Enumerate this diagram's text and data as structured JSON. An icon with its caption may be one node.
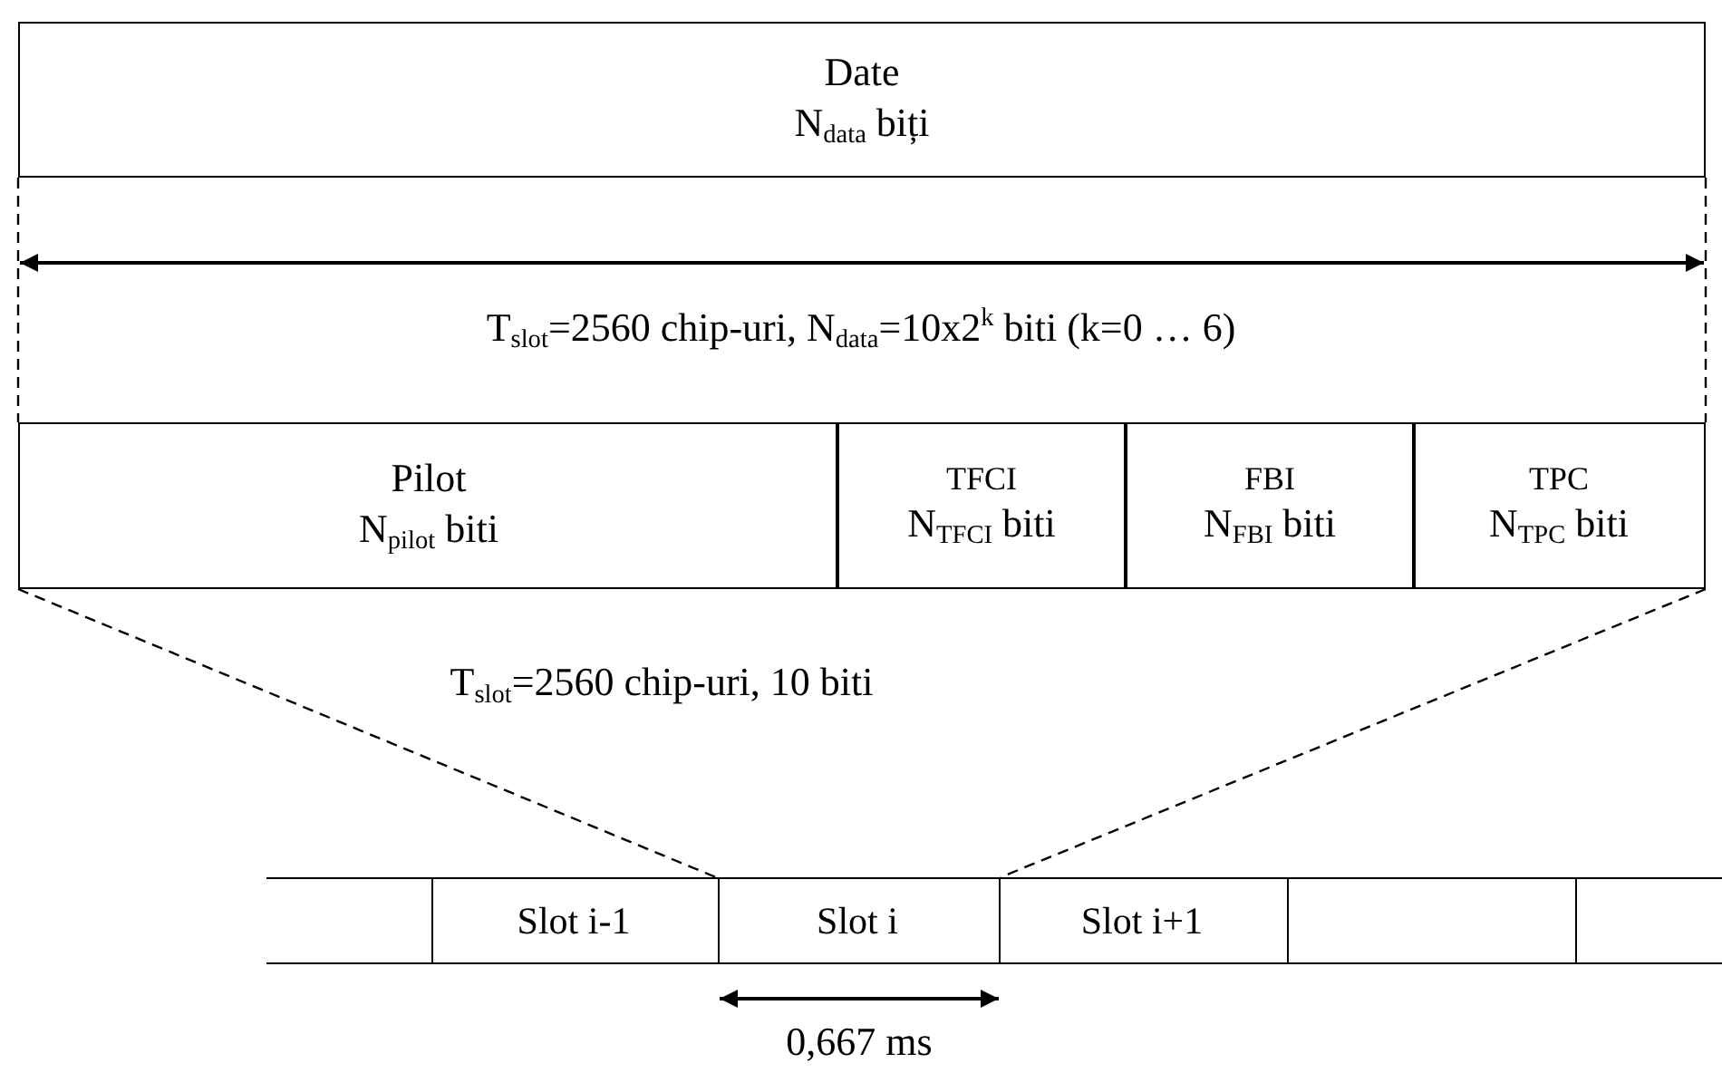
{
  "diagram": {
    "nodes": [
      {
        "text": [
          "Date",
          "N$_{data}$ biți"
        ]
      },
      {
        "text": [
          "Pilot",
          "N$_{pilot}$ biti"
        ]
      },
      {
        "text": [
          "TFCI",
          "N$_{TFCI}$ biti"
        ]
      },
      {
        "text": [
          "FBI",
          "N$_{FBI}$ biti"
        ]
      },
      {
        "text": [
          "TPC",
          "N$_{TPC}$ biti"
        ]
      },
      {
        "text": [],
        "shape": "box"
      },
      {
        "text": [
          "Slot i-1"
        ]
      },
      {
        "text": [
          "Slot i"
        ]
      },
      {
        "text": [
          "Slot i+1"
        ]
      },
      {
        "text": [],
        "shape": "box"
      },
      {
        "text": [],
        "shape": "box"
      }
    ],
    "edges": [
      {
        "from": 0,
        "to": 1,
        "arrow": "none",
        "style": "dashed"
      },
      {
        "from": 0,
        "to": 4,
        "arrow": "none",
        "style": "dashed"
      },
      {
        "from": 1,
        "to": 7,
        "arrow": "none",
        "style": "dashed"
      },
      {
        "from": 4,
        "to": 7,
        "arrow": "none",
        "style": "dashed"
      }
    ],
    "labels": [
      "T$_{slot}$=2560 chip-uri, N$_{data}$=10x2$^{k}$ biti (k=0 … 6)",
      "T$_{slot}$=2560 chip-uri, 10 biti",
      "0,667 ms"
    ]
  }
}
